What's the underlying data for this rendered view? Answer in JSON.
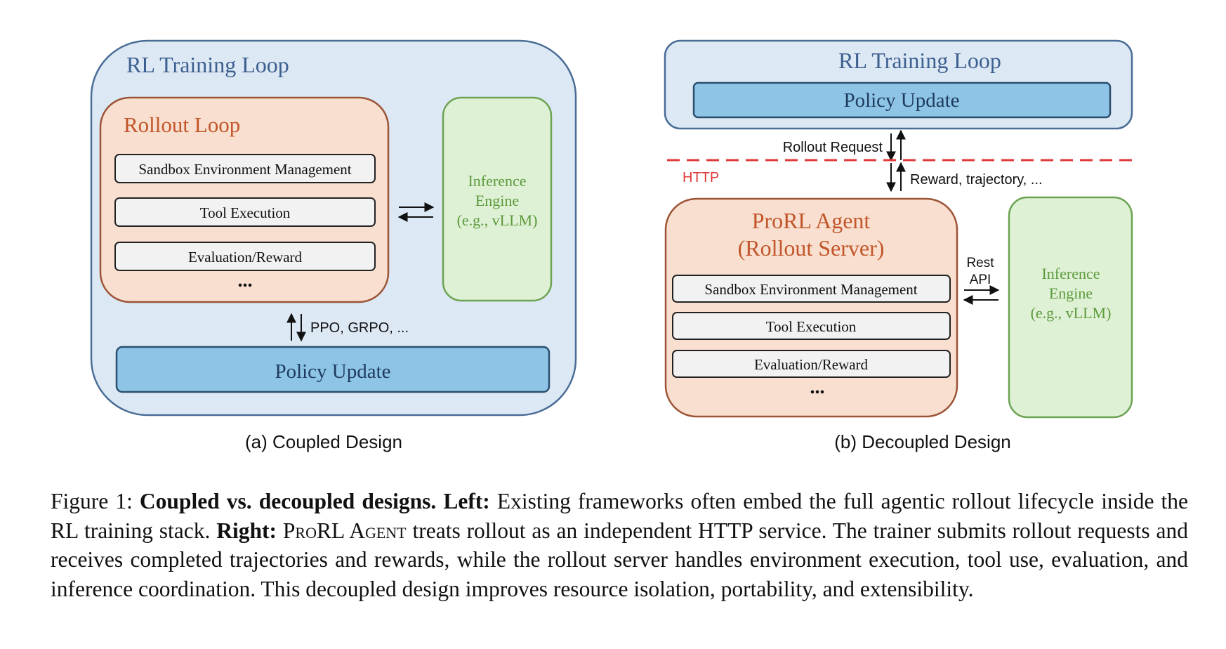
{
  "left": {
    "outer_title": "RL Training Loop",
    "rollout_title": "Rollout Loop",
    "items": [
      "Sandbox Environment Management",
      "Tool Execution",
      "Evaluation/Reward"
    ],
    "ellipsis": "...",
    "inference": [
      "Inference",
      "Engine",
      "(e.g., vLLM)"
    ],
    "algo_label": "PPO, GRPO, ...",
    "policy_update": "Policy Update",
    "subcaption": "(a) Coupled Design"
  },
  "right": {
    "outer_title": "RL Training Loop",
    "policy_update": "Policy Update",
    "rollout_request": "Rollout Request",
    "http": "HTTP",
    "reward_label": "Reward, trajectory, ...",
    "agent_title": [
      "ProRL Agent",
      "(Rollout Server)"
    ],
    "items": [
      "Sandbox Environment Management",
      "Tool Execution",
      "Evaluation/Reward"
    ],
    "ellipsis": "...",
    "rest_api": [
      "Rest",
      "API"
    ],
    "inference": [
      "Inference",
      "Engine",
      "(e.g., vLLM)"
    ],
    "subcaption": "(b) Decoupled Design"
  },
  "caption": {
    "fig": "Figure 1:",
    "bold1": "Coupled vs. decoupled designs.",
    "bold_left": "Left:",
    "text1": "Existing frameworks often embed the full agentic rollout lifecycle inside the RL training stack.",
    "bold_right": "Right:",
    "sc": "ProRL Agent",
    "text2": "treats rollout as an independent HTTP service. The trainer submits rollout requests and receives completed trajectories and rewards, while the rollout server handles environment execution, tool use, evaluation, and inference coordination.  This decoupled design improves resource isolation, portability, and extensibility."
  },
  "colors": {
    "outer_fill": "#dde8f5",
    "outer_stroke": "#4a6d96",
    "rollout_fill": "#f9dfd0",
    "rollout_stroke": "#9c5436",
    "inference_fill": "#dff1d5",
    "inference_stroke": "#6ca352",
    "policy_fill": "#8ec5e6",
    "policy_stroke": "#2b4f6e",
    "title_blue": "#3b5f8e",
    "title_orange": "#c2562a",
    "green_text": "#5c9a3c",
    "http_red": "#e03a3a"
  }
}
